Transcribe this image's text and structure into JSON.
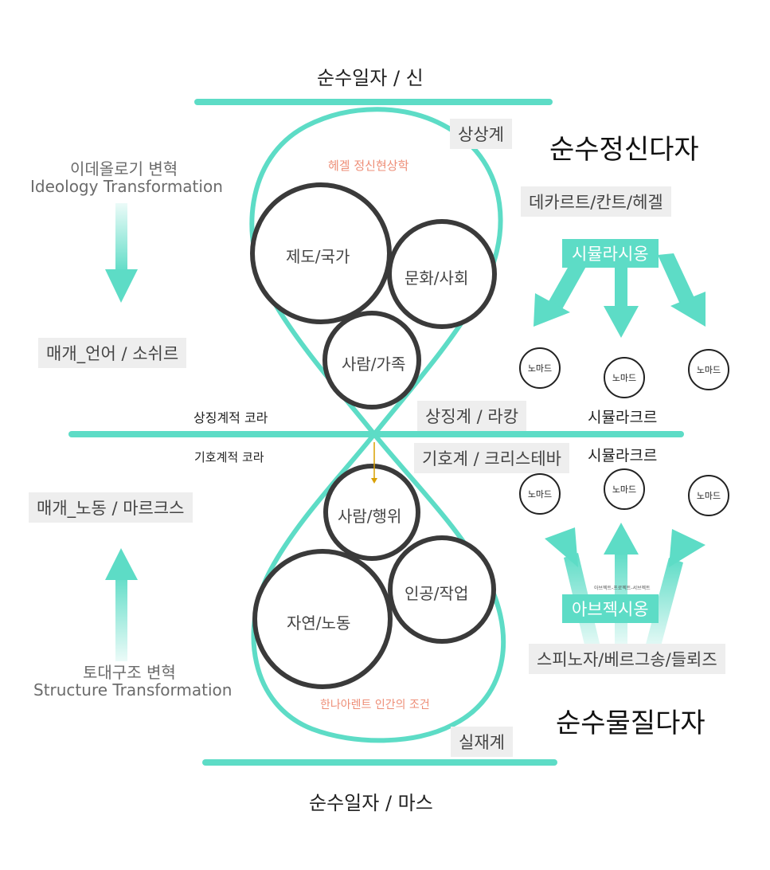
{
  "top": {
    "label": "순수일자 / 신"
  },
  "bottom": {
    "label": "순수일자 / 마스"
  },
  "upper": {
    "realm": "상상계",
    "title": "순수정신다자",
    "caption": "헤겔 정신현상학",
    "circles": [
      "제도/국가",
      "문화/사회",
      "사람/가족"
    ],
    "philosophers": "데카르트/칸트/헤겔",
    "process": "시뮬라시옹",
    "nomads": [
      "노마드",
      "노마드",
      "노마드"
    ]
  },
  "lower": {
    "realm": "실재계",
    "title": "순수물질다자",
    "caption": "한나아렌트 인간의 조건",
    "circles": [
      "사람/행위",
      "인공/작업",
      "자연/노동"
    ],
    "philosophers": "스피노자/베르그송/들뢰즈",
    "process": "아브젝시옹",
    "process_note": "아브젝트-프로젝트-서브젝트",
    "nomads": [
      "노마드",
      "노마드",
      "노마드"
    ]
  },
  "left": {
    "ideology_ko": "이데올로기 변혁",
    "ideology_en": "Ideology Transformation",
    "medium_language": "매개_언어 / 소쉬르",
    "medium_labor": "매개_노동 / 마르크스",
    "structure_ko": "토대구조 변혁",
    "structure_en": "Structure Transformation"
  },
  "middle": {
    "symbolic_chora": "상징계적 코라",
    "semiotic_chora": "기호계적 코라",
    "symbolic": "상징계 / 라캉",
    "semiotic": "기호계 / 크리스테바",
    "simulacre_top": "시뮬라크르",
    "simulacre_bottom": "시뮬라크르"
  },
  "colors": {
    "teal": "#5ddcc6",
    "circle": "#3a3a3a",
    "salmon": "#ee8e77",
    "arrow": "#d9a000"
  }
}
